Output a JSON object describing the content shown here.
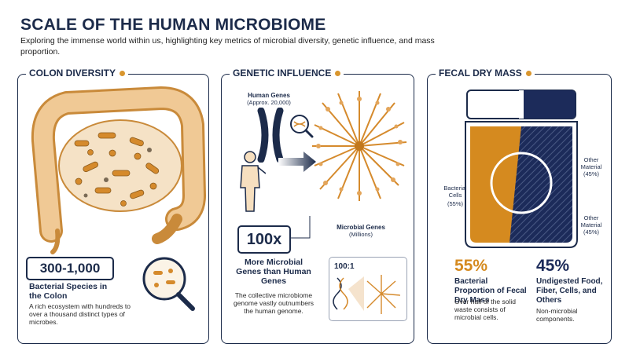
{
  "header": {
    "title": "SCALE OF THE HUMAN MICROBIOME",
    "subtitle": "Exploring the immense world within us, highlighting key metrics of microbial diversity, genetic influence, and mass proportion."
  },
  "colon": {
    "title": "COLON DIVERSITY",
    "stat": "300-1,000",
    "heading": "Bacterial Species in the Colon",
    "body": "A rich ecosystem with hundreds to over a thousand distinct types of microbes."
  },
  "genetic": {
    "title": "GENETIC INFLUENCE",
    "human_genes_label": "Human Genes",
    "human_genes_sub": "(Approx. 20,000)",
    "microbial_genes_label": "Microbial Genes",
    "microbial_genes_sub": "(Millions)",
    "stat": "100x",
    "heading": "More Microbial Genes than Human Genes",
    "body": "The collective microbiome genome vastly outnumbers the human genome.",
    "ratio": "100:1"
  },
  "fecal": {
    "title": "FECAL DRY MASS",
    "bacterial_label": "Bacterial Cells",
    "bacterial_pct_label": "(55%)",
    "other_label_top": "Other Material",
    "other_pct_top": "(45%)",
    "other_label_bottom": "Other Material",
    "other_pct_bottom": "(45%)",
    "left_pct": "55%",
    "left_heading": "Bacterial Proportion of Fecal Dry Mass",
    "left_body": "Over half of the solid waste consists of microbial cells.",
    "right_pct": "45%",
    "right_heading": "Undigested Food, Fiber, Cells, and Others",
    "right_body": "Non-microbial components.",
    "colors": {
      "bacterial": "#d58a1f",
      "other": "#1c2b5a"
    }
  }
}
